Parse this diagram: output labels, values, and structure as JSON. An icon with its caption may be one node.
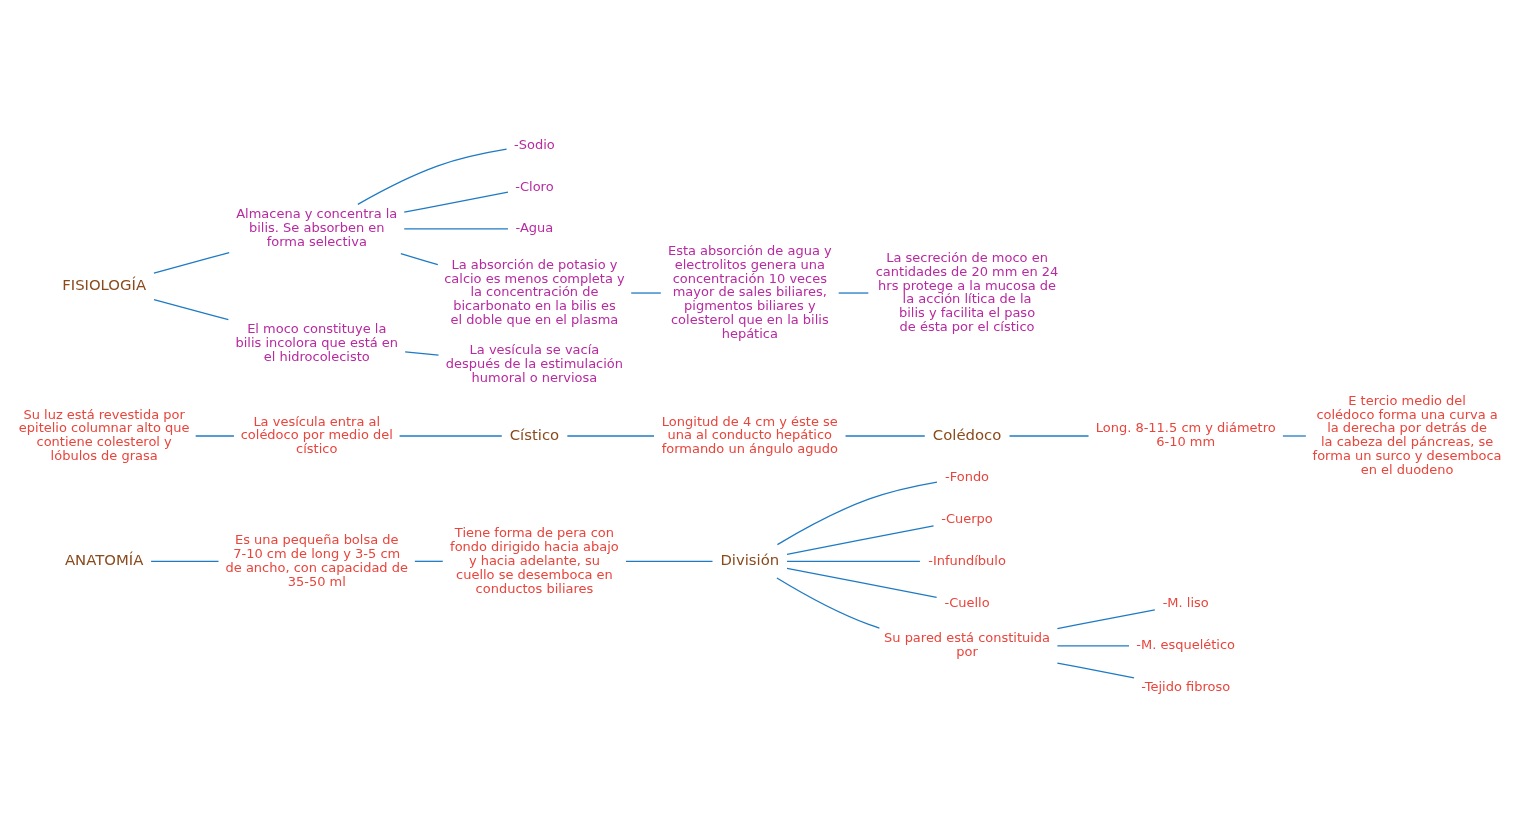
{
  "diagram": {
    "nodes": [
      {
        "text": [
          "ANATOMÍA"
        ]
      },
      {
        "text": [
          "Es una pequeña bolsa de 7-10 cm de long y 3-5 cm de ancho, con capacidad de 35-50 ml"
        ]
      },
      {
        "text": [
          "Tiene forma de pera con fondo dirigido hacia abajo y hacia adelante, su cuello se desemboca en conductos biliares"
        ]
      },
      {
        "text": [
          "División"
        ]
      },
      {
        "text": [
          "-Fondo"
        ]
      },
      {
        "text": [
          "-Cuerpo"
        ]
      },
      {
        "text": [
          "-Infundíbulo"
        ]
      },
      {
        "text": [
          "-Cuello"
        ]
      },
      {
        "text": [
          "Su pared está constituida por"
        ]
      },
      {
        "text": [
          "-M. liso"
        ]
      },
      {
        "text": [
          "-M. esquelético"
        ]
      },
      {
        "text": [
          "-Tejido fibroso"
        ]
      },
      {
        "text": [
          "Su luz está revestida por epitelio columnar alto que contiene colesterol y lóbulos de grasa"
        ]
      },
      {
        "text": [
          "La vesícula entra al colédoco por medio del cístico"
        ]
      },
      {
        "text": [
          "Cístico"
        ]
      },
      {
        "text": [
          "Longitud de 4 cm y éste se una al conducto hepático formando un ángulo agudo"
        ]
      },
      {
        "text": [
          "Colédoco"
        ]
      },
      {
        "text": [
          "Long. 8-11.5 cm y diámetro 6-10 mm"
        ]
      },
      {
        "text": [
          "E tercio medio del colédoco forma una curva a la derecha por detrás de la cabeza del páncreas, se forma un surco y desemboca en el duodeno"
        ]
      },
      {
        "text": [
          "FISIOLOGÍA"
        ]
      },
      {
        "text": [
          "Almacena y concentra la bilis. Se absorben en forma selectiva"
        ]
      },
      {
        "text": [
          "-Sodio"
        ]
      },
      {
        "text": [
          "-Cloro"
        ]
      },
      {
        "text": [
          "-Agua"
        ]
      },
      {
        "text": [
          "La absorción de potasio y calcio es menos completa y la concentración de bicarbonato en la bilis es el doble que en el plasma"
        ]
      },
      {
        "text": [
          "Esta absorción de agua y electrolitos genera una concentración 10 veces mayor de sales biliares, pigmentos biliares y colesterol que en la bilis hepática"
        ]
      },
      {
        "text": [
          "La secreción de moco en cantidades de 20 mm en 24 hrs protege a la mucosa de la acción lítica de la bilis y facilita el paso de ésta por el cístico"
        ]
      },
      {
        "text": [
          "El moco constituye la bilis incolora que está en el hidrocolecisto"
        ]
      },
      {
        "text": [
          "La vesícula se vacía después de la estimulación humoral o nerviosa"
        ]
      }
    ],
    "edges": [
      {
        "from": 0,
        "to": 1,
        "arrow": "none"
      },
      {
        "from": 1,
        "to": 2,
        "arrow": "none"
      },
      {
        "from": 2,
        "to": 3,
        "arrow": "none"
      },
      {
        "from": 3,
        "to": 4,
        "arrow": "none"
      },
      {
        "from": 3,
        "to": 5,
        "arrow": "none"
      },
      {
        "from": 3,
        "to": 6,
        "arrow": "none"
      },
      {
        "from": 3,
        "to": 7,
        "arrow": "none"
      },
      {
        "from": 3,
        "to": 8,
        "arrow": "none"
      },
      {
        "from": 8,
        "to": 9,
        "arrow": "none"
      },
      {
        "from": 8,
        "to": 10,
        "arrow": "none"
      },
      {
        "from": 8,
        "to": 11,
        "arrow": "none"
      },
      {
        "from": 12,
        "to": 13,
        "arrow": "none"
      },
      {
        "from": 13,
        "to": 14,
        "arrow": "none"
      },
      {
        "from": 14,
        "to": 15,
        "arrow": "none"
      },
      {
        "from": 15,
        "to": 16,
        "arrow": "none"
      },
      {
        "from": 16,
        "to": 17,
        "arrow": "none"
      },
      {
        "from": 17,
        "to": 18,
        "arrow": "none"
      },
      {
        "from": 19,
        "to": 20,
        "arrow": "none"
      },
      {
        "from": 20,
        "to": 21,
        "arrow": "none"
      },
      {
        "from": 20,
        "to": 22,
        "arrow": "none"
      },
      {
        "from": 20,
        "to": 23,
        "arrow": "none"
      },
      {
        "from": 20,
        "to": 24,
        "arrow": "none"
      },
      {
        "from": 24,
        "to": 25,
        "arrow": "none"
      },
      {
        "from": 25,
        "to": 26,
        "arrow": "none"
      },
      {
        "from": 19,
        "to": 27,
        "arrow": "none"
      },
      {
        "from": 27,
        "to": 28,
        "arrow": "none"
      }
    ]
  }
}
